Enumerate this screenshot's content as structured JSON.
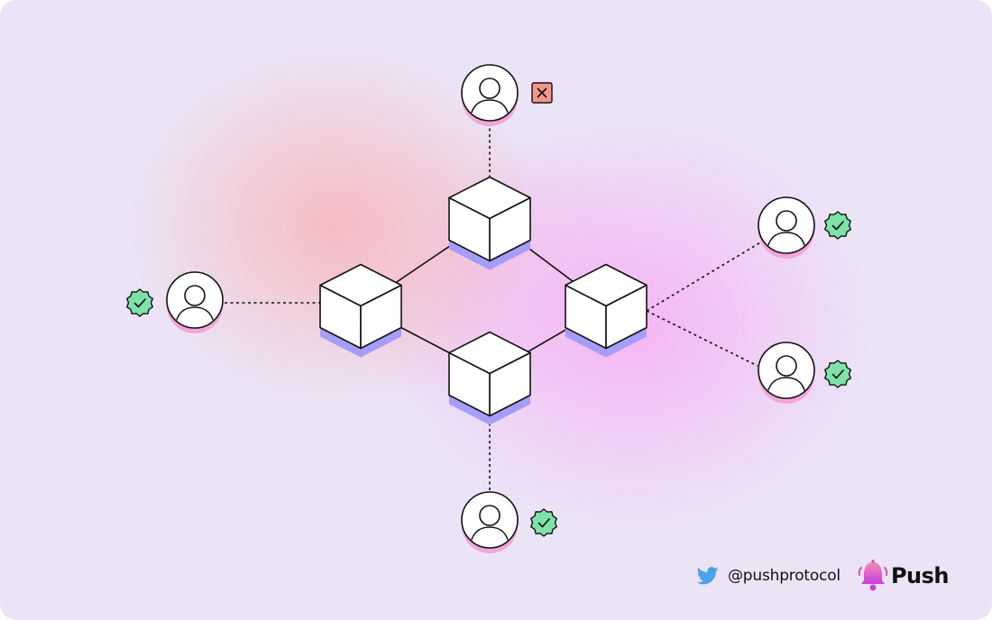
{
  "diagram": {
    "colors": {
      "background": "#ebe4f7",
      "cube_shadow": "#a59df7",
      "avatar_shadow": "#f3a6d9",
      "verified_badge": "#7fe2a8",
      "rejected_badge": "#f4968a",
      "stroke": "#111111"
    },
    "nodes": [
      {
        "name": "cube-top",
        "type": "cube"
      },
      {
        "name": "cube-left",
        "type": "cube"
      },
      {
        "name": "cube-right",
        "type": "cube"
      },
      {
        "name": "cube-bottom",
        "type": "cube"
      }
    ],
    "users": [
      {
        "name": "user-top",
        "status": "rejected",
        "icon": "close-icon"
      },
      {
        "name": "user-left",
        "status": "verified",
        "icon": "check-badge-icon"
      },
      {
        "name": "user-right-upper",
        "status": "verified",
        "icon": "check-badge-icon"
      },
      {
        "name": "user-right-lower",
        "status": "verified",
        "icon": "check-badge-icon"
      },
      {
        "name": "user-bottom",
        "status": "verified",
        "icon": "check-badge-icon"
      }
    ]
  },
  "footer": {
    "twitter_icon": "twitter-icon",
    "handle": "@pushprotocol",
    "brand_icon": "push-bell-icon",
    "brand_name": "Push"
  }
}
